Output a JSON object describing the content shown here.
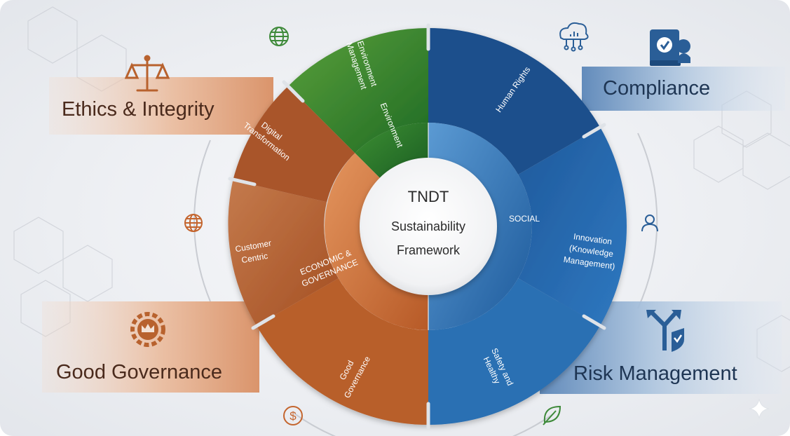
{
  "center": {
    "line1": "TNDT",
    "line2": "Sustainability",
    "line3": "Framework"
  },
  "banners": {
    "ethics": "Ethics & Integrity",
    "governance": "Good Governance",
    "compliance": "Compliance",
    "risk": "Risk Management"
  },
  "inner_ring": {
    "environment": "Environment",
    "social": "SOCIAL",
    "economic_line1": "ECONOMIC &",
    "economic_line2": "GOVERNANCE"
  },
  "outer_ring": {
    "env_mgmt_line1": "Environment",
    "env_mgmt_line2": "Management",
    "human_rights": "Human Rights",
    "innovation_line1": "Innovation",
    "innovation_line2": "(Knowledge",
    "innovation_line3": "Management)",
    "safety_line1": "Safety and",
    "safety_line2": "Healthy",
    "good_gov_line1": "Good",
    "good_gov_line2": "Governance",
    "customer_line1": "Customer",
    "customer_line2": "Centric",
    "digital_line1": "Digital",
    "digital_line2": "Transformation"
  },
  "colors": {
    "environment_green": "#2f7d2a",
    "social_blue": "#1f5fa0",
    "economic_orange": "#c4652e",
    "banner_brown": "#4a2a1c",
    "banner_navy": "#1e3553"
  },
  "icons": [
    "globe-icon",
    "scales-icon",
    "crown-gear-icon",
    "dollar-icon",
    "cloud-network-icon",
    "certificate-icon",
    "user-icon",
    "arrows-shield-icon",
    "leaf-icon",
    "sparkle-icon"
  ]
}
